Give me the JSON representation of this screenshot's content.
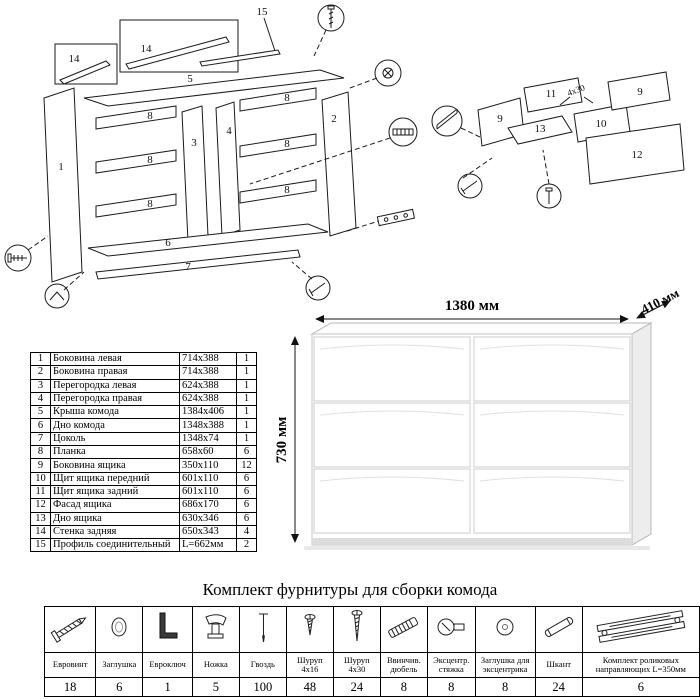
{
  "diagram": {
    "part_labels": [
      "1",
      "2",
      "3",
      "4",
      "5",
      "6",
      "7",
      "8",
      "9",
      "10",
      "11",
      "12",
      "13",
      "14",
      "15"
    ],
    "screw_label": "4x30"
  },
  "dresser": {
    "width_label": "1380 мм",
    "depth_label": "410 мм",
    "height_label": "730 мм"
  },
  "parts_table": {
    "rows": [
      {
        "num": "1",
        "name": "Боковина левая",
        "size": "714x388",
        "qty": "1"
      },
      {
        "num": "2",
        "name": "Боковина правая",
        "size": "714x388",
        "qty": "1"
      },
      {
        "num": "3",
        "name": "Перегородка левая",
        "size": "624x388",
        "qty": "1"
      },
      {
        "num": "4",
        "name": "Перегородка правая",
        "size": "624x388",
        "qty": "1"
      },
      {
        "num": "5",
        "name": "Крыша комода",
        "size": "1384x406",
        "qty": "1"
      },
      {
        "num": "6",
        "name": "Дно комода",
        "size": "1348x388",
        "qty": "1"
      },
      {
        "num": "7",
        "name": "Цоколь",
        "size": "1348x74",
        "qty": "1"
      },
      {
        "num": "8",
        "name": "Планка",
        "size": "658x60",
        "qty": "6"
      },
      {
        "num": "9",
        "name": "Боковина ящика",
        "size": "350x110",
        "qty": "12"
      },
      {
        "num": "10",
        "name": "Щит ящика передний",
        "size": "601x110",
        "qty": "6"
      },
      {
        "num": "11",
        "name": "Щит ящика задний",
        "size": "601x110",
        "qty": "6"
      },
      {
        "num": "12",
        "name": "Фасад ящика",
        "size": "686x170",
        "qty": "6"
      },
      {
        "num": "13",
        "name": "Дно ящика",
        "size": "630x346",
        "qty": "6"
      },
      {
        "num": "14",
        "name": "Стенка задняя",
        "size": "650x343",
        "qty": "4"
      },
      {
        "num": "15",
        "name": "Профиль соединительный",
        "size": "L=662мм",
        "qty": "2"
      }
    ]
  },
  "hardware": {
    "title": "Комплект фурнитуры для сборки комода",
    "items": [
      {
        "name": "Евровинт",
        "qty": "18"
      },
      {
        "name": "Заглушка",
        "qty": "6"
      },
      {
        "name": "Евроключ",
        "qty": "1"
      },
      {
        "name": "Ножка",
        "qty": "5"
      },
      {
        "name": "Гвоздь",
        "qty": "100"
      },
      {
        "name": "Шуруп 4x16",
        "qty": "48"
      },
      {
        "name": "Шуруп 4x30",
        "qty": "24"
      },
      {
        "name": "Ввинчив. дюбель",
        "qty": "8"
      },
      {
        "name": "Эксцентр. стяжка",
        "qty": "8"
      },
      {
        "name": "Заглушка для эксцентрика",
        "qty": "8"
      },
      {
        "name": "Шкант",
        "qty": "24"
      },
      {
        "name": "Комплект роликовых направляющих L=350мм",
        "qty": "6"
      }
    ]
  }
}
